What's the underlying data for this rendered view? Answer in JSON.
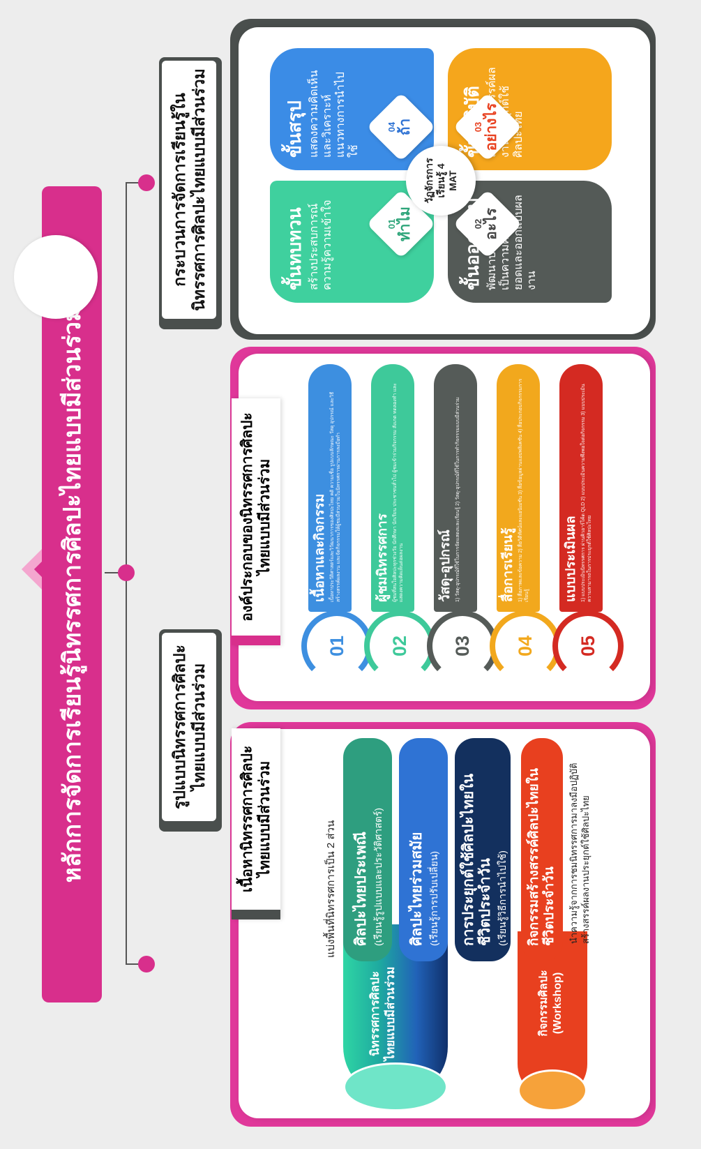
{
  "main_title": "หลักการจัดการเรียนรู้นิทรรศการศิลปะไทยแบบมีส่วนร่วม",
  "branches": [
    {
      "label": "รูปแบบนิทรรศการศิลปะไทยแบบมีส่วนร่วม"
    },
    {
      "label": "องค์ประกอบของนิทรรศการศิลปะไทยแบบมีส่วนร่วม"
    },
    {
      "label": "กระบวนการจัดการเรียนรู้ในนิทรรศการศิลปะไทยแบบมีส่วนร่วม"
    }
  ],
  "panel_content": {
    "heading": "เนื้อหานิทรรศการศิลปะไทยแบบมีส่วนร่วม",
    "intro": "แบ่งพื้นที่นิทรรศการเป็น 2 ส่วน",
    "cylinder_label": "นิทรรศการศิลปะไทยแบบมีส่วนร่วม",
    "workshop_label": "กิจกรรมศิลปะ (Workshop)",
    "tabs": [
      {
        "title": "ศิลปะไทยประเพณี",
        "sub": "(เรียนรู้รูปแบบและประวัติศาสตร์)",
        "color": "#2e9e7f"
      },
      {
        "title": "ศิลปะไทยร่วมสมัย",
        "sub": "(เรียนรู้การปรับเปลี่ยน)",
        "color": "#2f73d4"
      },
      {
        "title": "การประยุกต์ใช้ศิลปะไทยในชีวิตประจำวัน",
        "sub": "(เรียนรู้วิธีการนำไปใช้)",
        "color": "#13305e"
      }
    ],
    "activity_title": "กิจกรรมสร้างสรรค์ศิลปะไทยในชีวิตประจำวัน",
    "activity_desc": "นำความรู้จากการชมนิทรรศการมาลงมือปฏิบัติสร้างสรรค์ผลงานประยุกต์ใช้ศิลปะไทย",
    "activity_color": "#e8401f"
  },
  "panel_components": {
    "items": [
      {
        "num": "01",
        "title": "เนื้อหาและกิจกรรม",
        "desc": "เนื้อหาประวัติศาสตร์และวิวัฒนาการของศิลปะไทย คติ ความเชื่อ รูปแบบลักษณะ วัสดุ อุปกรณ์ และวิธีสร้างสรรค์ผลงาน และจัดกิจกรรมให้ผู้ชมมีส่วนร่วมในนิทรรศการผ่านการลงมือทำ",
        "color": "#3d8fe0"
      },
      {
        "num": "02",
        "title": "ผู้ชมนิทรรศการ",
        "desc": "ผู้ชมที่สนใจศิลปะทุกช่วงวัย นักศึกษา นักเรียน ประชาชนทั่วไป ผู้ชมเข้าร่วมกิจกรรม สังเกต ทดลองทำ และแสดงความคิดเห็นต่อผลงาน",
        "color": "#3ec99a"
      },
      {
        "num": "03",
        "title": "วัสดุ-อุปกรณ์",
        "desc": "1) วัสดุ-อุปกรณ์ที่ใช้ในการจัดแสดงและเรียนรู้ 2) วัสดุ-อุปกรณ์ที่ใช้ในการทำกิจกรรมแบบมีส่วนร่วม",
        "color": "#555b58"
      },
      {
        "num": "04",
        "title": "สื่อการเรียนรู้",
        "desc": "1) สื่อภาพและข้อความ 2) สื่อวิดีทัศน์และแอนิเมชัน 3) สื่อข้อมูลผ่านแอปพลิเคชัน 4) สื่อประกอบกิจกรรมการเรียนรู้",
        "color": "#f2a81d"
      },
      {
        "num": "05",
        "title": "แบบประเมินผล",
        "desc": "1) แบบประเมินนิทรรศการ ผ่านคิวอาร์โค้ด QLD 2) แบบประเมินความพึงพอใจต่อกิจกรรม 3) แบบประเมินความสามารถในการประยุกต์ใช้ศิลปะไทย",
        "color": "#d42a22"
      }
    ]
  },
  "panel_process": {
    "center": "วัฏจักรการเรียนรู้ 4 MAT",
    "quadrants": [
      {
        "title": "ขั้นทบทวน",
        "desc": "สร้างประสบการณ์ความรู้ความเข้าใจ",
        "num": "01",
        "word": "ทำไม",
        "color": "#3fd09e"
      },
      {
        "title": "ขั้นออกแบบ",
        "desc": "พัฒนาประสบการณ์เป็นความคิดรวบยอดและออกแบบผลงาน",
        "num": "02",
        "word": "อะไร",
        "color": "#545a57"
      },
      {
        "title": "ขั้นปฏิบัติ",
        "desc": "ลงมือสร้างสรรค์ผลงานประยุกต์ใช้ศิลปะไทย",
        "num": "03",
        "word": "อย่างไร",
        "color": "#f5a61c"
      },
      {
        "title": "ขั้นสรุป",
        "desc": "แสดงความคิดเห็นและวิเคราะห์แนวทางการนำไปใช้",
        "num": "04",
        "word": "ถ้า",
        "color": "#3b8ce6"
      }
    ]
  },
  "colors": {
    "accent": "#d82f8c",
    "dark": "#4a4f4d"
  }
}
